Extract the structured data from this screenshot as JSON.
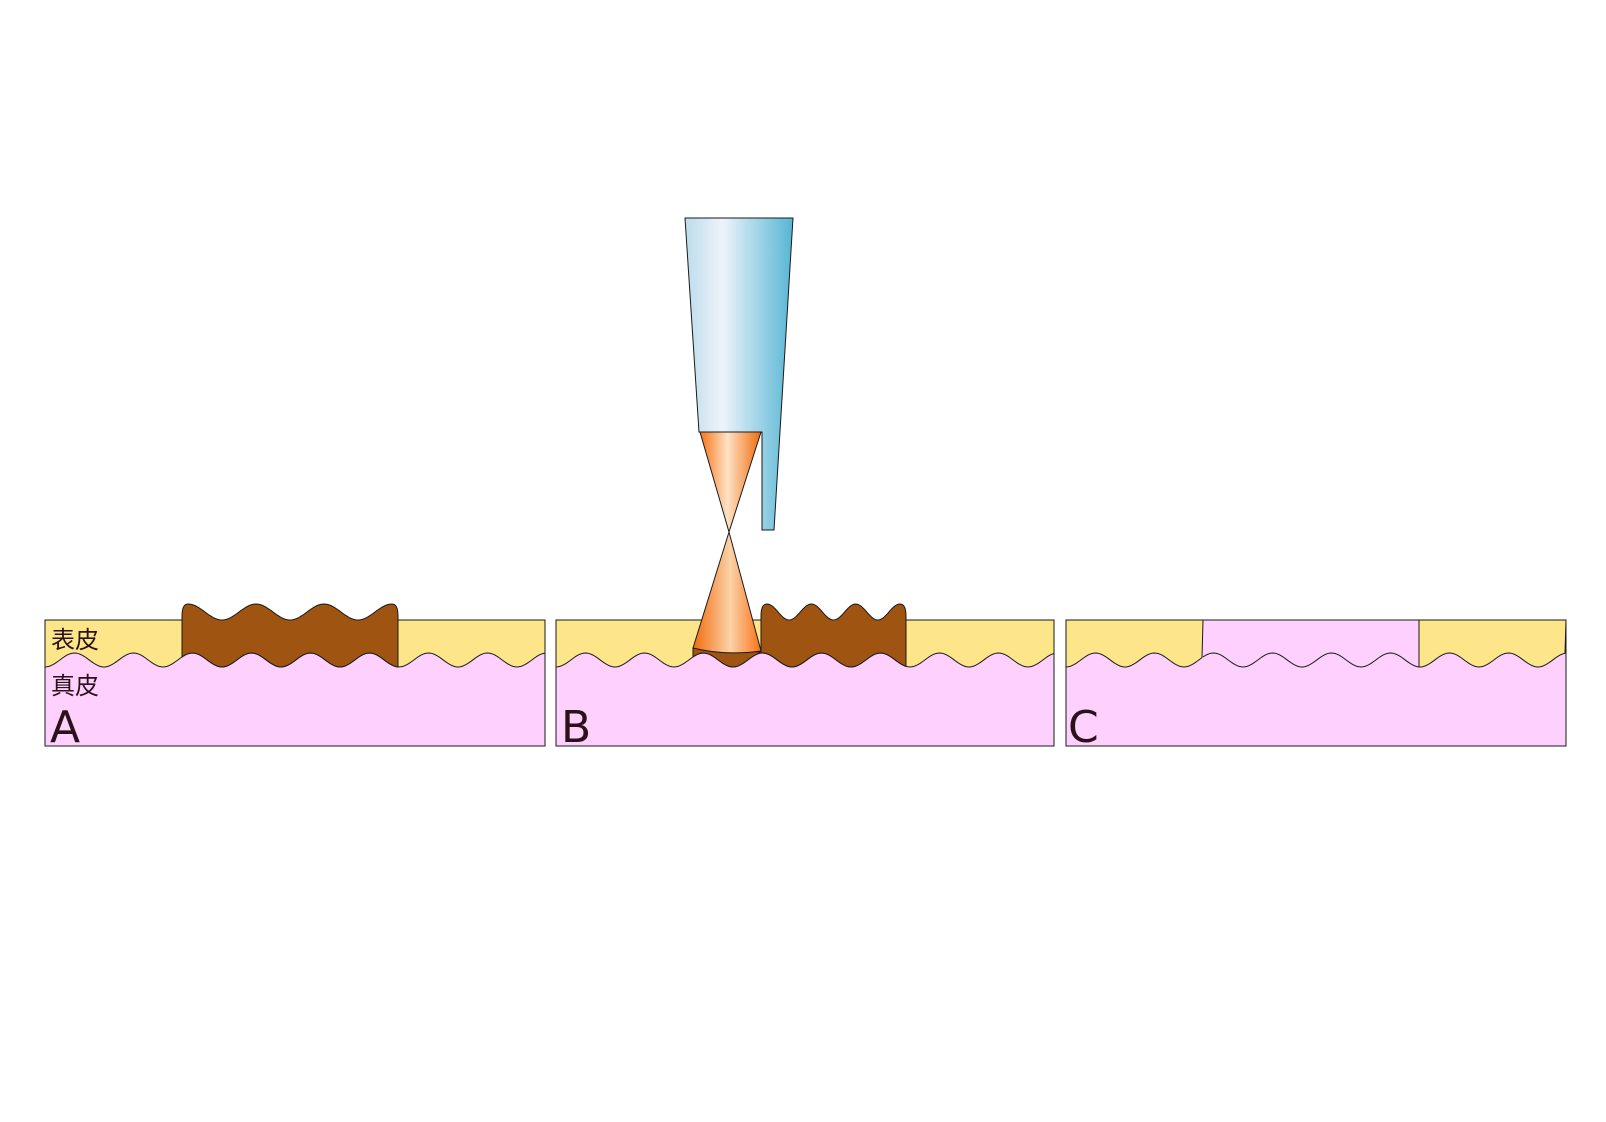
{
  "labels": {
    "epidermis": "表皮",
    "dermis": "真皮"
  },
  "panels": [
    {
      "letter": "A"
    },
    {
      "letter": "B"
    },
    {
      "letter": "C"
    }
  ],
  "colors": {
    "epidermis": "#fde68a",
    "dermis": "#fdd0fd",
    "pigment": "#9f5511",
    "probe_light": "#dbeaf5",
    "probe_dark": "#5ab8d6",
    "beam_light": "#fde2c4",
    "beam_dark": "#f97316",
    "outline": "#1a1a1a",
    "text": "#2a1218"
  }
}
